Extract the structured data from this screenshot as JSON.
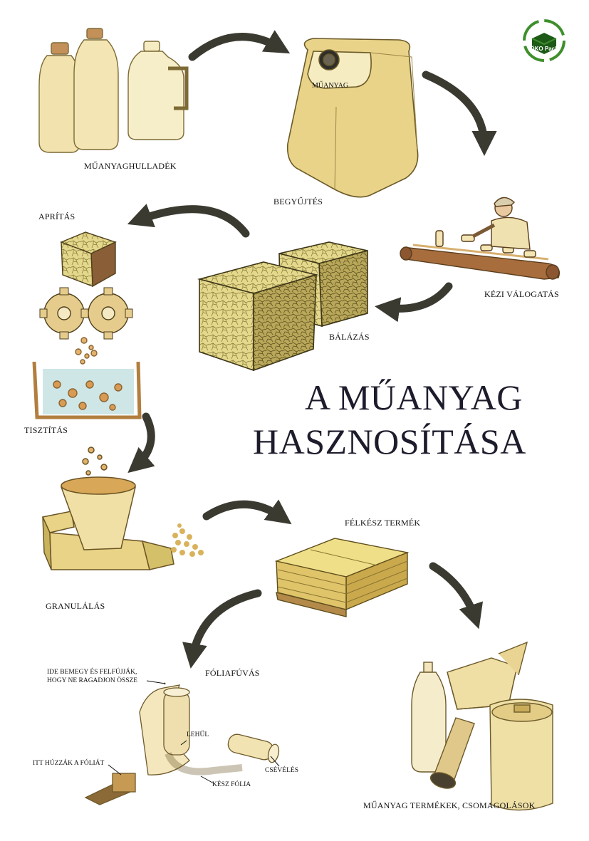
{
  "title": {
    "line1": "A MŰANYAG",
    "line2": "HASZNOSÍTÁSA"
  },
  "logo": {
    "text": "ÖKO Pack",
    "colors": {
      "green": "#3e8f2c",
      "dark": "#1d5a17"
    }
  },
  "steps": {
    "muanyaghulladek": "MŰANYAGHULLADÉK",
    "begyujtes": "BEGYŰJTÉS",
    "container_label": "MŰANYAG",
    "kezi_valogatas": "KÉZI VÁLOGATÁS",
    "balazas": "BÁLÁZÁS",
    "apritas": "APRÍTÁS",
    "tisztitas": "TISZTÍTÁS",
    "granulalas": "GRANULÁLÁS",
    "felkesz_termek": "FÉLKÉSZ TERMÉK",
    "foliafuvas": "FÓLIAFÚVÁS",
    "termekek": "MŰANYAG TERMÉKEK, CSOMAGOLÁSOK"
  },
  "film_notes": {
    "ide_line1": "IDE BEMEGY ÉS FELFÚJJÁK,",
    "ide_line2": "HOGY NE RAGADJON ÖSSZE",
    "lehul": "LEHŰL",
    "itt": "ITT HÚZZÁK A FÓLIÁT",
    "csevelés": "CSÉVÉLÉS",
    "kesz_folia": "KÉSZ FÓLIA"
  },
  "colors": {
    "arrow": "#3b3a30",
    "plastic": "#efe0a4",
    "plastic_dark": "#b9a25c",
    "bale": "#d9cc7c",
    "water": "#cfe6e6"
  }
}
